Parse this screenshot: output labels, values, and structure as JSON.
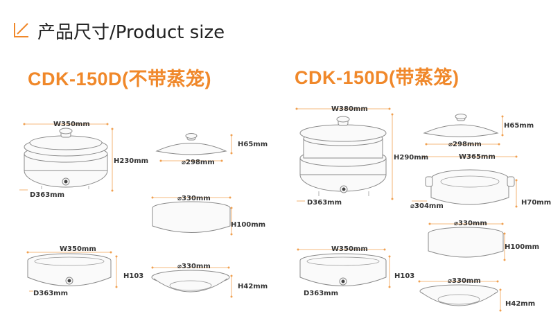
{
  "header": {
    "title": "产品尺寸/Product size"
  },
  "left": {
    "model_title": "CDK-150D(不带蒸笼)",
    "dims": {
      "pot_width": "W350mm",
      "pot_height": "H230mm",
      "pot_diameter": "D363mm",
      "lid_height": "H65mm",
      "lid_diameter": "298mm",
      "bowl_diameter": "330mm",
      "bowl_height": "H100mm",
      "base_width": "W350mm",
      "base_height": "H103",
      "base_diameter": "D363mm",
      "tray_diameter": "330mm",
      "tray_height": "H42mm"
    }
  },
  "right": {
    "model_title": "CDK-150D(带蒸笼)",
    "dims": {
      "pot_width": "W380mm",
      "pot_height": "H290mm",
      "pot_diameter": "D363mm",
      "lid_height": "H65mm",
      "lid_diameter": "298mm",
      "steamer_width": "W365mm",
      "steamer_diameter": "304mm",
      "steamer_height": "H70mm",
      "bowl_diameter": "330mm",
      "bowl_height": "H100mm",
      "base_width": "W350mm",
      "base_height": "H103",
      "base_diameter": "D363mm",
      "tray_diameter": "330mm",
      "tray_height": "H42mm"
    }
  },
  "colors": {
    "accent": "#f0882a",
    "dimension_line": "#f0a050",
    "text": "#222222"
  }
}
